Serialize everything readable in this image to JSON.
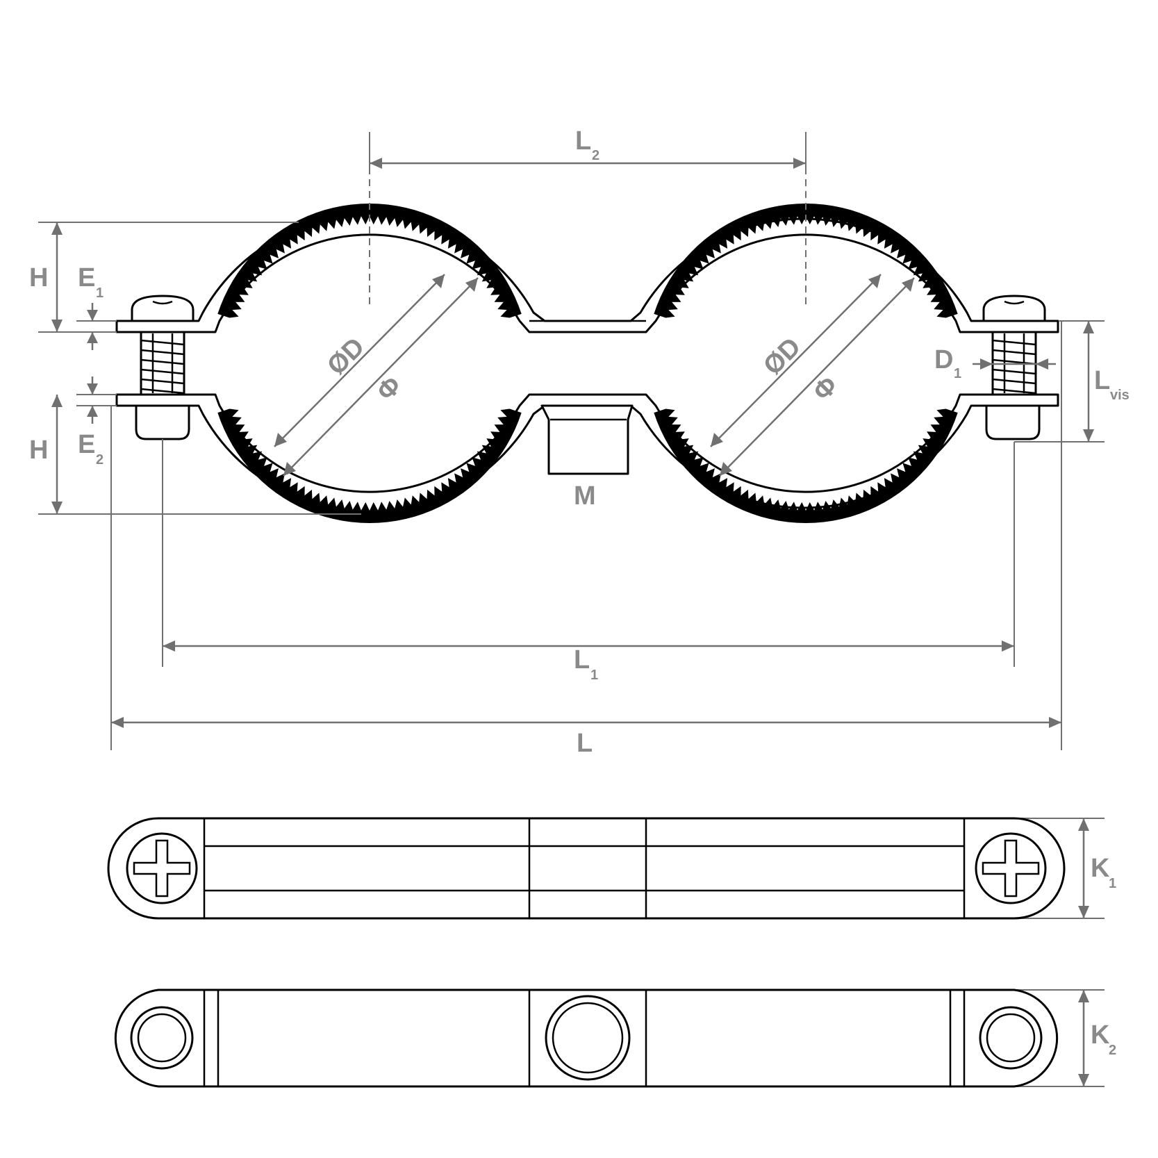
{
  "labels": {
    "l2": {
      "main": "L",
      "sub": "2"
    },
    "h_top": {
      "main": "H"
    },
    "e1": {
      "main": "E",
      "sub": "1"
    },
    "h_bottom": {
      "main": "H"
    },
    "e2": {
      "main": "E",
      "sub": "2"
    },
    "od_left": {
      "main": "ØD"
    },
    "phi_left": {
      "main": "Φ"
    },
    "od_right": {
      "main": "ØD"
    },
    "phi_right": {
      "main": "Φ"
    },
    "d1": {
      "main": "D",
      "sub": "1"
    },
    "lvis": {
      "main": "L",
      "sub": "vis"
    },
    "m": {
      "main": "M"
    },
    "l1": {
      "main": "L",
      "sub": "1"
    },
    "l": {
      "main": "L"
    },
    "k1": {
      "main": "K",
      "sub": "1"
    },
    "k2": {
      "main": "K",
      "sub": "2"
    }
  },
  "colors": {
    "outline": "#000000",
    "dimension": "#707070",
    "label": "#8a8a8a",
    "background": "#ffffff"
  }
}
